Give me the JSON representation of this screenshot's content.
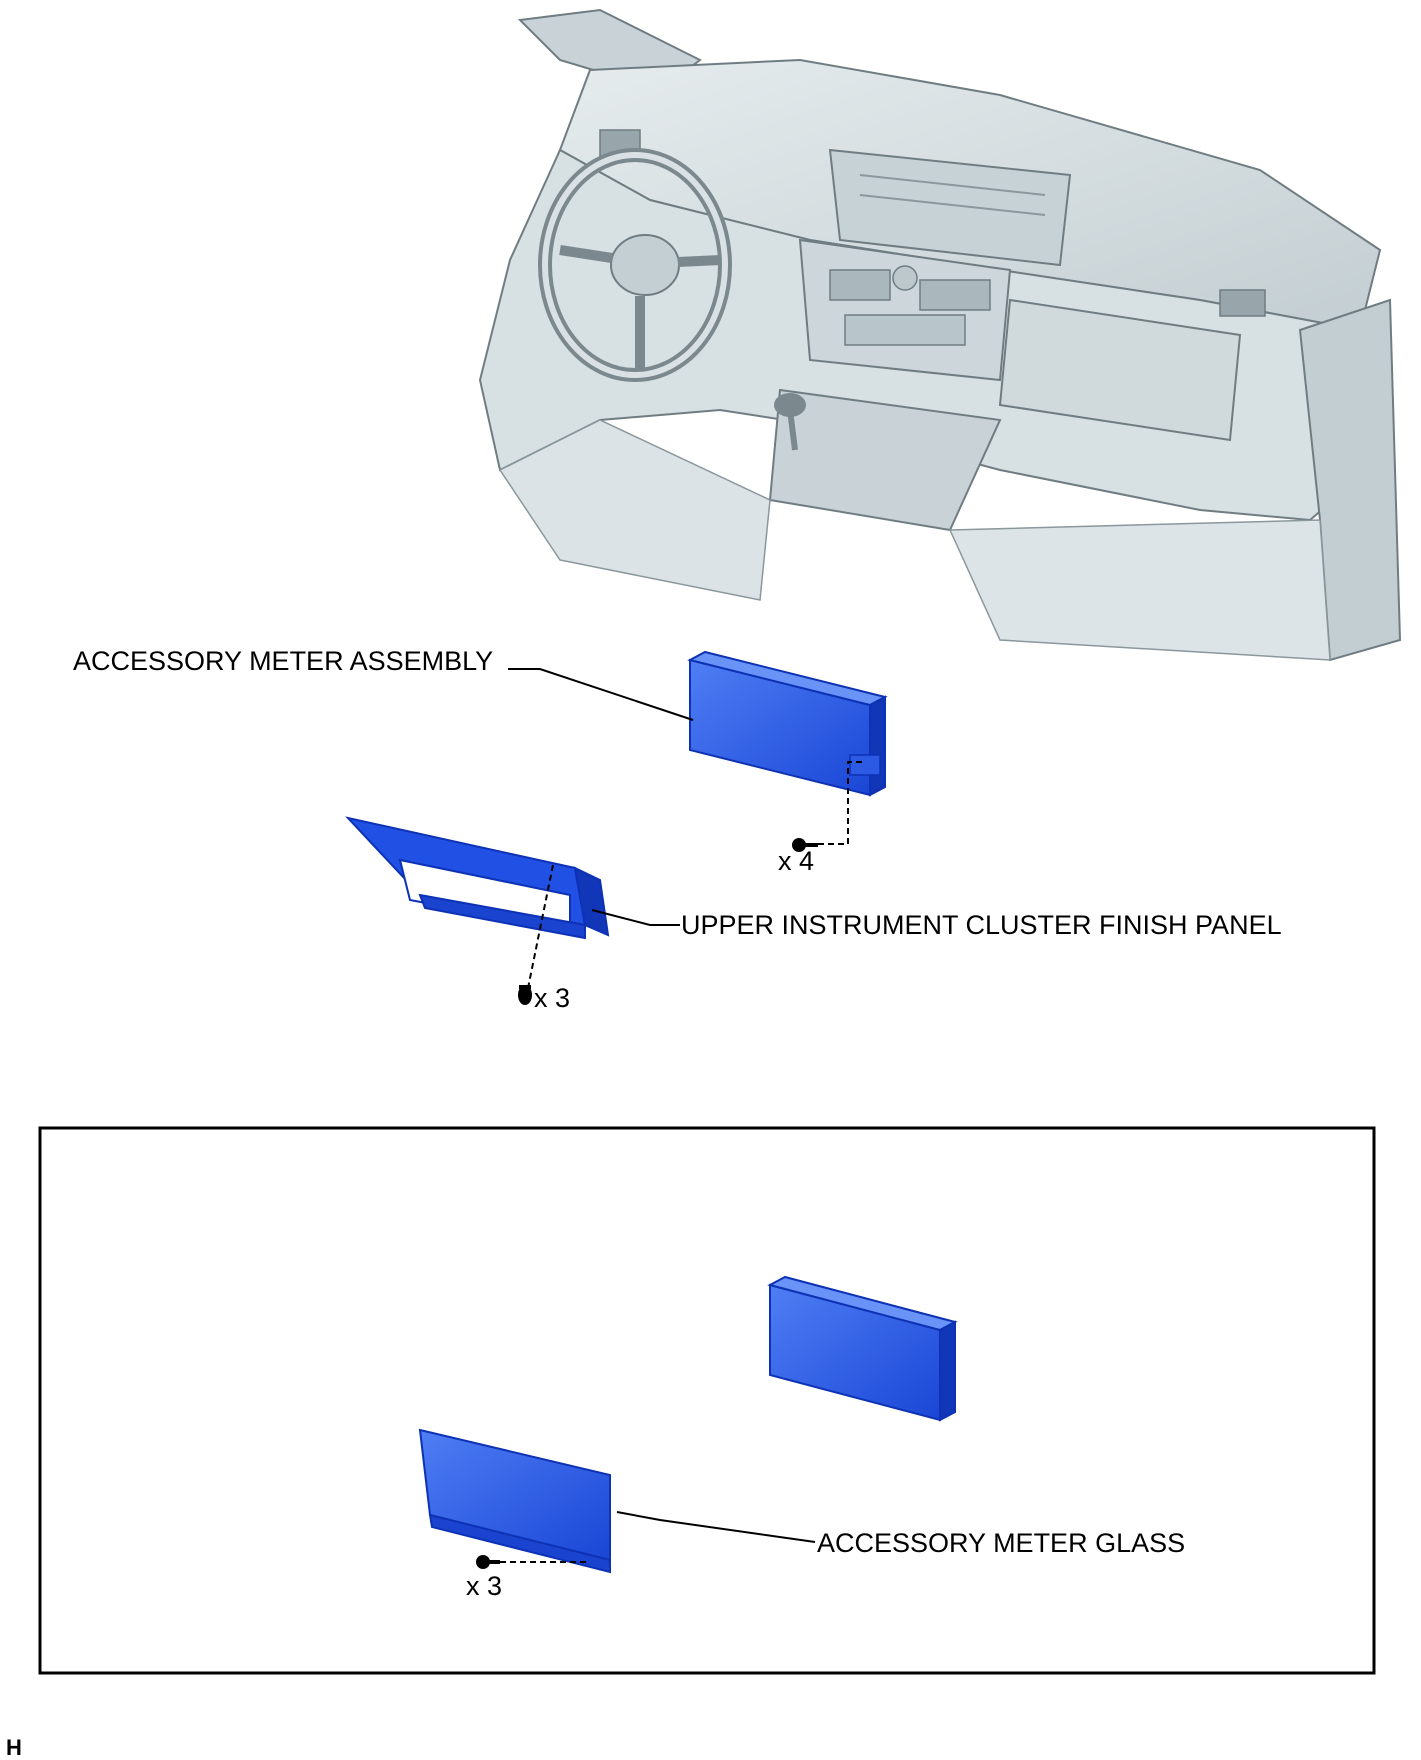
{
  "labels": {
    "accessory_meter_assembly": "ACCESSORY METER ASSEMBLY",
    "upper_instrument_cluster_finish_panel": "UPPER INSTRUMENT CLUSTER FINISH PANEL",
    "accessory_meter_glass": "ACCESSORY METER GLASS",
    "screw_count_meter": "x 4",
    "clip_count_panel": "x 3",
    "screw_count_glass": "x 3",
    "corner_mark": "H"
  },
  "colors": {
    "part_blue": "#1f55e6",
    "part_blue_dark": "#0d32b5",
    "part_blue_light": "#5d89f5",
    "dashboard_gray": "#d4dde0",
    "dashboard_shade": "#b3c0c5",
    "dashboard_line": "#6f7d82",
    "leader_line": "#000000",
    "frame_border": "#000000"
  },
  "icons": {
    "meter_screw": "screw-icon",
    "panel_clip": "clip-icon",
    "glass_screw": "screw-icon"
  }
}
